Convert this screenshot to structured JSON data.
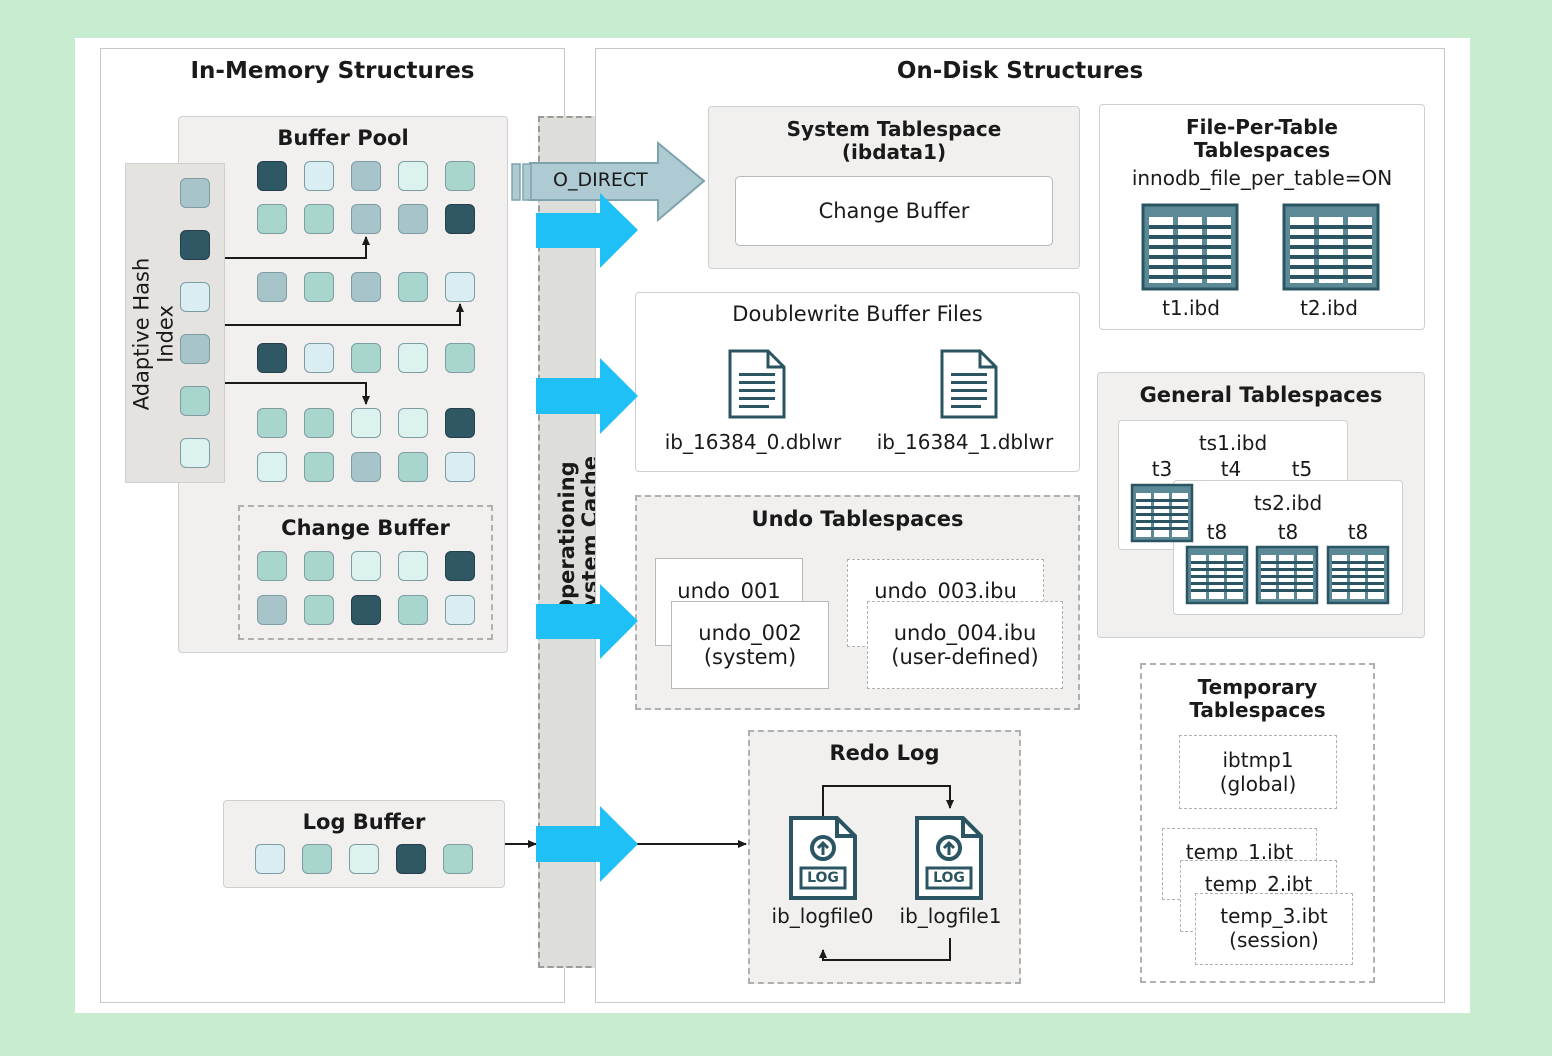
{
  "titles": {
    "in_memory": "In-Memory Structures",
    "on_disk": "On-Disk Structures"
  },
  "memory": {
    "buffer_pool": "Buffer Pool",
    "adaptive_hash_index": "Adaptive Hash Index",
    "change_buffer": "Change Buffer",
    "log_buffer": "Log Buffer"
  },
  "os_cache": {
    "line1": "Operationing",
    "line2": "System Cache",
    "o_direct": "O_DIRECT"
  },
  "system_tablespace": {
    "title": "System Tablespace",
    "subtitle": "(ibdata1)",
    "change_buffer": "Change Buffer"
  },
  "doublewrite": {
    "title": "Doublewrite Buffer Files",
    "files": [
      "ib_16384_0.dblwr",
      "ib_16384_1.dblwr"
    ]
  },
  "undo": {
    "title": "Undo Tablespaces",
    "undo_001": "undo_001",
    "undo_002": "undo_002",
    "undo_002_note": "(system)",
    "undo_003": "undo_003.ibu",
    "undo_004": "undo_004.ibu",
    "undo_004_note": "(user-defined)"
  },
  "redo": {
    "title": "Redo Log",
    "files": [
      "ib_logfile0",
      "ib_logfile1"
    ],
    "icon_label": "LOG"
  },
  "file_per_table": {
    "title_line1": "File-Per-Table",
    "title_line2": "Tablespaces",
    "setting": "innodb_file_per_table=ON",
    "files": [
      "t1.ibd",
      "t2.ibd"
    ]
  },
  "general": {
    "title": "General Tablespaces",
    "ts1": "ts1.ibd",
    "ts1_tables": [
      "t3",
      "t4",
      "t5"
    ],
    "ts2": "ts2.ibd",
    "ts2_tables": [
      "t8",
      "t8",
      "t8"
    ]
  },
  "temporary": {
    "title_line1": "Temporary",
    "title_line2": "Tablespaces",
    "ibtmp1": "ibtmp1",
    "ibtmp1_note": "(global)",
    "temp_1": "temp_1.ibt",
    "temp_2": "temp_2.ibt",
    "temp_3": "temp_3.ibt",
    "temp_3_note": "(session)"
  },
  "colors": {
    "background": "#c8ecd0",
    "arrow_blue": "#1ec0f5",
    "page_dark": "#2f5764",
    "page_light": "#daedf3"
  }
}
